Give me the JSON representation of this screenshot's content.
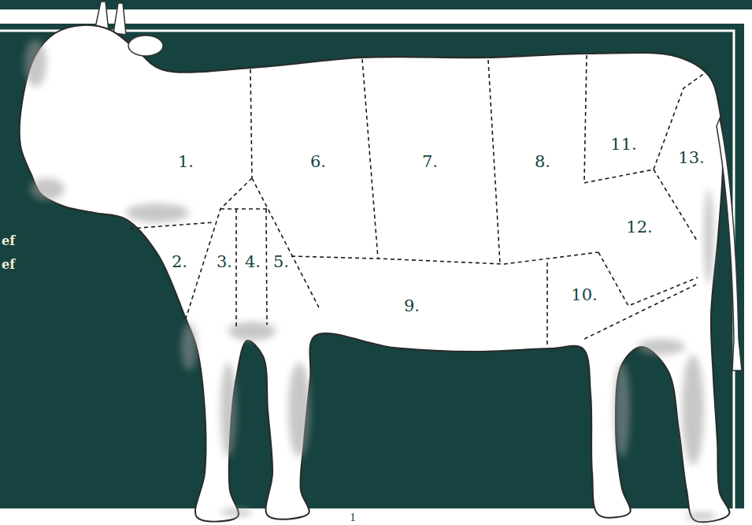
{
  "diagram": {
    "labels": [
      "ef",
      "ef",
      "1.",
      "2.",
      "3.",
      "4.",
      "5.",
      "6.",
      "7.",
      "8.",
      "9.",
      "10.",
      "11.",
      "12.",
      "13.",
      "1"
    ]
  }
}
